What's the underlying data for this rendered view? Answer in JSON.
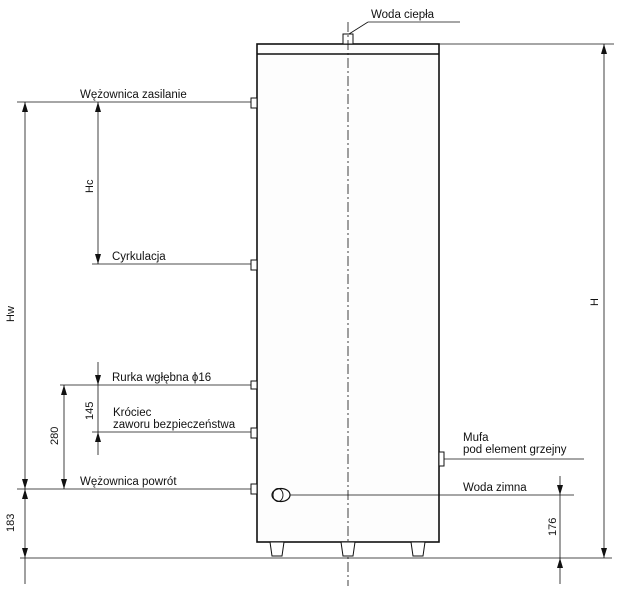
{
  "labels": {
    "hot_water": "Woda ciepła",
    "coil_supply": "Wężownica zasilanie",
    "circulation": "Cyrkulacja",
    "immersion_tube": "Rurka wgłębna ϕ16",
    "safety_valve_line1": "Króciec",
    "safety_valve_line2": "zaworu bezpieczeństwa",
    "coil_return": "Wężownica powrót",
    "heater_sleeve_line1": "Mufa",
    "heater_sleeve_line2": "pod element grzejny",
    "cold_water": "Woda zimna"
  },
  "dimensions": {
    "hc": "Hc",
    "hw": "Hw",
    "h": "H",
    "d280": "280",
    "d145": "145",
    "d183": "183",
    "d176": "176"
  }
}
